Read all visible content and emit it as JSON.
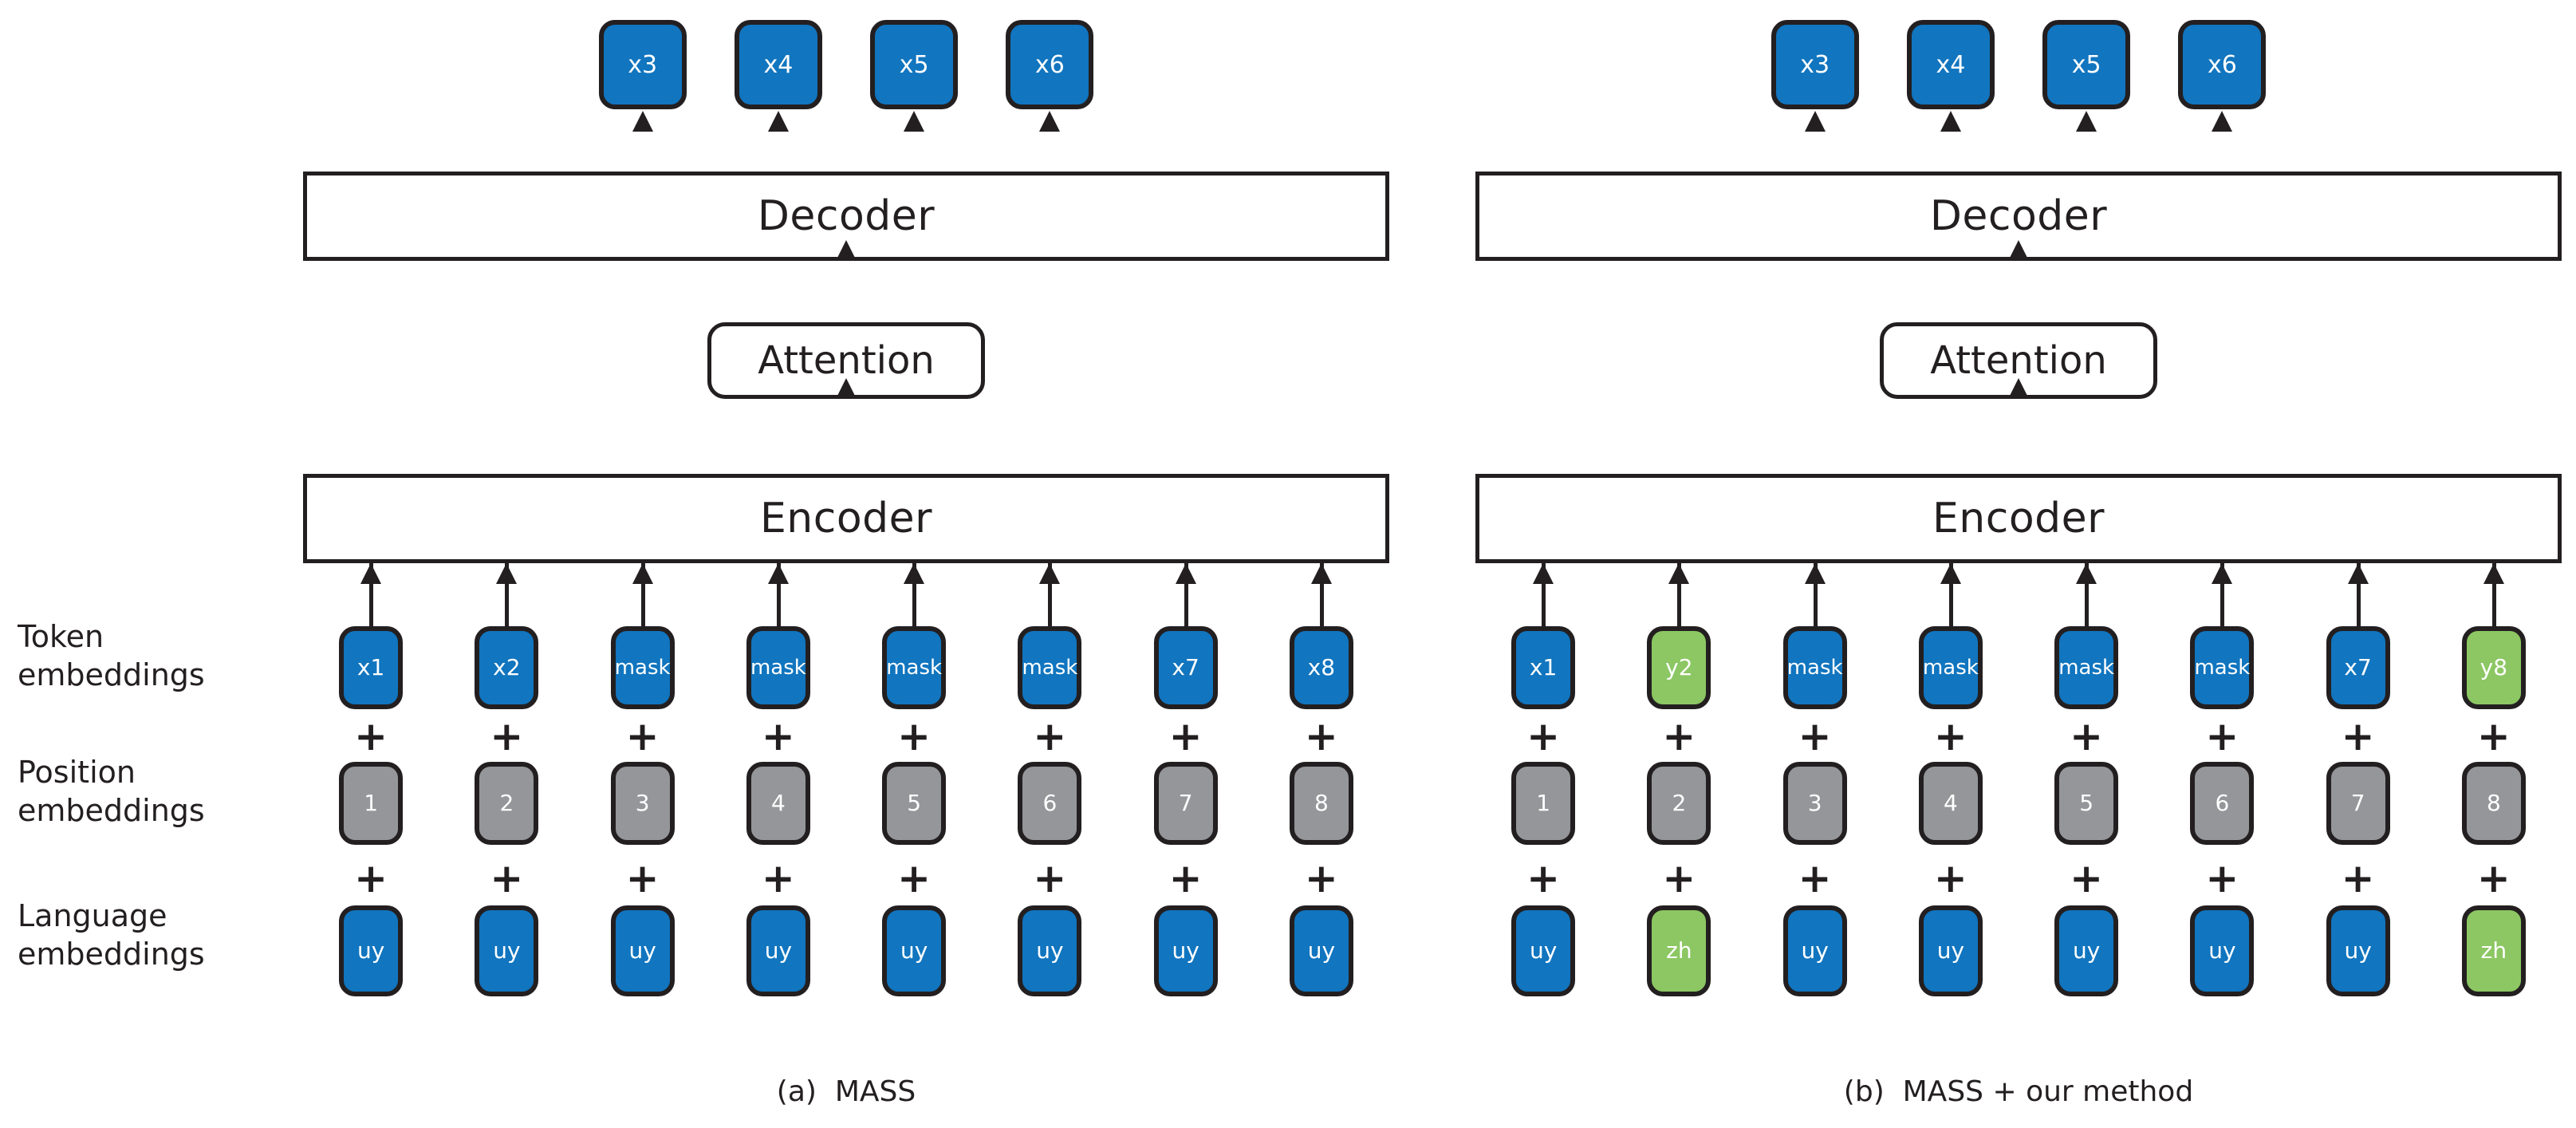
{
  "figure": {
    "background_color": "#ffffff",
    "colors": {
      "blue": "#1175bf",
      "green": "#8cc763",
      "gray": "#949699",
      "outline": "#231f20",
      "text_on_chip": "#ffffff"
    }
  },
  "row_labels": {
    "token": "Token\nembeddings",
    "position": "Position\nembeddings",
    "language": "Language\nembeddings"
  },
  "plus_symbol": "+",
  "panels": [
    {
      "id": "a",
      "caption": "(a)  MASS",
      "blocks": {
        "decoder": "Decoder",
        "attention": "Attention",
        "encoder": "Encoder"
      },
      "outputs": [
        {
          "label": "x3",
          "color": "blue"
        },
        {
          "label": "x4",
          "color": "blue"
        },
        {
          "label": "x5",
          "color": "blue"
        },
        {
          "label": "x6",
          "color": "blue"
        }
      ],
      "token_embeddings": [
        {
          "label": "x1",
          "color": "blue"
        },
        {
          "label": "x2",
          "color": "blue"
        },
        {
          "label": "mask",
          "color": "blue"
        },
        {
          "label": "mask",
          "color": "blue"
        },
        {
          "label": "mask",
          "color": "blue"
        },
        {
          "label": "mask",
          "color": "blue"
        },
        {
          "label": "x7",
          "color": "blue"
        },
        {
          "label": "x8",
          "color": "blue"
        }
      ],
      "position_embeddings": [
        {
          "label": "1",
          "color": "gray"
        },
        {
          "label": "2",
          "color": "gray"
        },
        {
          "label": "3",
          "color": "gray"
        },
        {
          "label": "4",
          "color": "gray"
        },
        {
          "label": "5",
          "color": "gray"
        },
        {
          "label": "6",
          "color": "gray"
        },
        {
          "label": "7",
          "color": "gray"
        },
        {
          "label": "8",
          "color": "gray"
        }
      ],
      "language_embeddings": [
        {
          "label": "uy",
          "color": "blue"
        },
        {
          "label": "uy",
          "color": "blue"
        },
        {
          "label": "uy",
          "color": "blue"
        },
        {
          "label": "uy",
          "color": "blue"
        },
        {
          "label": "uy",
          "color": "blue"
        },
        {
          "label": "uy",
          "color": "blue"
        },
        {
          "label": "uy",
          "color": "blue"
        },
        {
          "label": "uy",
          "color": "blue"
        }
      ]
    },
    {
      "id": "b",
      "caption": "(b)  MASS + our method",
      "blocks": {
        "decoder": "Decoder",
        "attention": "Attention",
        "encoder": "Encoder"
      },
      "outputs": [
        {
          "label": "x3",
          "color": "blue"
        },
        {
          "label": "x4",
          "color": "blue"
        },
        {
          "label": "x5",
          "color": "blue"
        },
        {
          "label": "x6",
          "color": "blue"
        }
      ],
      "token_embeddings": [
        {
          "label": "x1",
          "color": "blue"
        },
        {
          "label": "y2",
          "color": "green"
        },
        {
          "label": "mask",
          "color": "blue"
        },
        {
          "label": "mask",
          "color": "blue"
        },
        {
          "label": "mask",
          "color": "blue"
        },
        {
          "label": "mask",
          "color": "blue"
        },
        {
          "label": "x7",
          "color": "blue"
        },
        {
          "label": "y8",
          "color": "green"
        }
      ],
      "position_embeddings": [
        {
          "label": "1",
          "color": "gray"
        },
        {
          "label": "2",
          "color": "gray"
        },
        {
          "label": "3",
          "color": "gray"
        },
        {
          "label": "4",
          "color": "gray"
        },
        {
          "label": "5",
          "color": "gray"
        },
        {
          "label": "6",
          "color": "gray"
        },
        {
          "label": "7",
          "color": "gray"
        },
        {
          "label": "8",
          "color": "gray"
        }
      ],
      "language_embeddings": [
        {
          "label": "uy",
          "color": "blue"
        },
        {
          "label": "zh",
          "color": "green"
        },
        {
          "label": "uy",
          "color": "blue"
        },
        {
          "label": "uy",
          "color": "blue"
        },
        {
          "label": "uy",
          "color": "blue"
        },
        {
          "label": "uy",
          "color": "blue"
        },
        {
          "label": "uy",
          "color": "blue"
        },
        {
          "label": "zh",
          "color": "green"
        }
      ]
    }
  ]
}
